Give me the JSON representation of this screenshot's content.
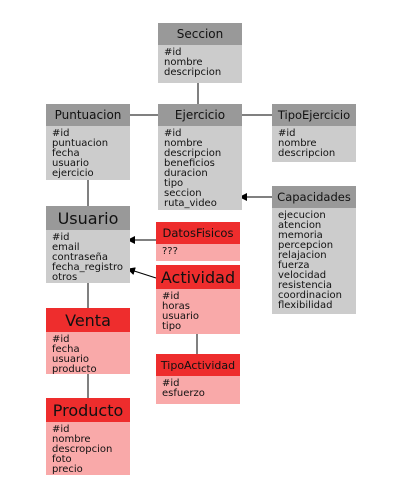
{
  "entities": {
    "seccion": {
      "title": "Seccion",
      "fields": [
        "#id",
        "nombre",
        "descripcion"
      ]
    },
    "puntuacion": {
      "title": "Puntuacion",
      "fields": [
        "#id",
        "puntuacion",
        "fecha",
        "usuario",
        "ejercicio"
      ]
    },
    "ejercicio": {
      "title": "Ejercicio",
      "fields": [
        "#id",
        "nombre",
        "descripcion",
        "beneficios",
        "duracion",
        "tipo",
        "seccion",
        "ruta_video"
      ]
    },
    "tipoejercicio": {
      "title": "TipoEjercicio",
      "fields": [
        "#id",
        "nombre",
        "descripcion"
      ]
    },
    "capacidades": {
      "title": "Capacidades",
      "fields": [
        "ejecucion",
        "atencion",
        "memoria",
        "percepcion",
        "relajacion",
        "fuerza",
        "velocidad",
        "resistencia",
        "coordinacion",
        "flexibilidad"
      ]
    },
    "usuario": {
      "title": "Usuario",
      "fields": [
        "#id",
        "email",
        "contraseña",
        "fecha_registro",
        "otros"
      ]
    },
    "datosfisicos": {
      "title": "DatosFisicos",
      "fields": [
        "???"
      ]
    },
    "actividad": {
      "title": "Actividad",
      "fields": [
        "#id",
        "horas",
        "usuario",
        "tipo"
      ]
    },
    "venta": {
      "title": "Venta",
      "fields": [
        "#id",
        "fecha",
        "usuario",
        "producto"
      ]
    },
    "tipoactividad": {
      "title": "TipoActividad",
      "fields": [
        "#id",
        "esfuerzo"
      ]
    },
    "producto": {
      "title": "Producto",
      "fields": [
        "#id",
        "nombre",
        "descropcion",
        "foto",
        "precio"
      ]
    }
  },
  "colors": {
    "gray_header": "#999999",
    "gray_body": "#cccccc",
    "red_header": "#ee2d2d",
    "red_body": "#f9a9a9",
    "connector": "#000000"
  }
}
